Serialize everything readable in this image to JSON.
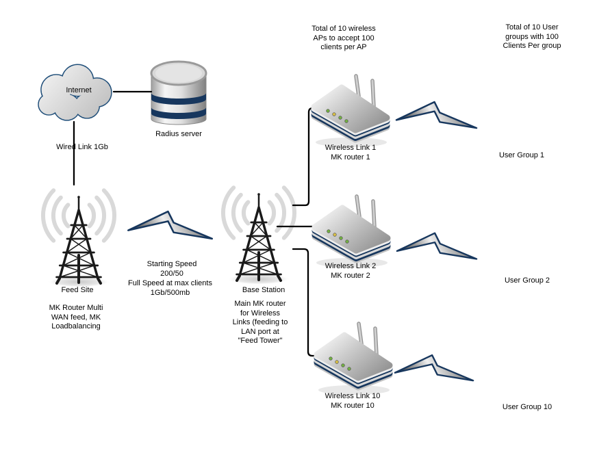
{
  "notes": {
    "wireless_aps": "Total of 10 wireless\nAPs to accept 100\nclients per AP",
    "user_groups": "Total of 10 User\ngroups with 100\nClients Per group"
  },
  "internet": {
    "label": "Internet"
  },
  "radius_server": {
    "label": "Radius server"
  },
  "wired_link": {
    "label": "Wired Link 1Gb"
  },
  "feed_site": {
    "name": "Feed Site",
    "description": "MK Router Multi\nWAN feed, MK\nLoadbalancing"
  },
  "feed_link": {
    "starting_speed": "Starting Speed\n200/50",
    "full_speed": "Full Speed at max clients\n1Gb/500mb"
  },
  "base_station": {
    "name": "Base Station",
    "description": "Main MK router\nfor Wireless\nLinks (feeding to\nLAN port at\n\"Feed Tower\""
  },
  "wireless_links": [
    {
      "label": "Wireless Link 1\nMK router 1"
    },
    {
      "label": "Wireless Link 2\nMK router 2"
    },
    {
      "label": "Wireless Link 10\nMK router 10"
    }
  ],
  "user_groups": [
    {
      "label": "User Group 1"
    },
    {
      "label": "User Group 2"
    },
    {
      "label": "User Group 10"
    }
  ],
  "colors": {
    "outline_navy": "#17375e",
    "cloud_stroke": "#1f4e79",
    "tower_black": "#1a1a1a",
    "signal_arc_gray": "#d9d9d9",
    "led_green": "#74b043",
    "led_amber": "#d9c048",
    "person_blue": "#46688e"
  }
}
